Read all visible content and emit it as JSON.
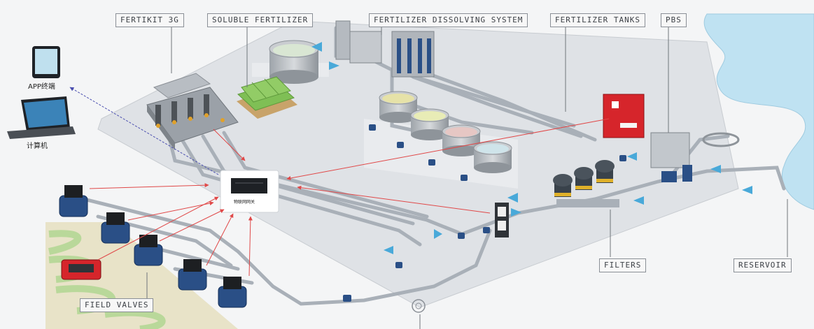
{
  "labels": {
    "fertikit": "FERTIKIT 3G",
    "soluble": "SOLUBLE FERTILIZER",
    "dissolving": "FERTILIZER DISSOLVING SYSTEM",
    "tanks": "FERTILIZER TANKS",
    "pbs": "PBS",
    "filters": "FILTERS",
    "reservoir": "RESERVOIR",
    "field_valves": "FIELD VALVES"
  },
  "devices": {
    "app": "APP终端",
    "computer": "计算机",
    "gateway": "物联网网关"
  },
  "colors": {
    "pipe": "#a9b0b8",
    "platform": "#dfe2e6",
    "water": "#bfe2f2",
    "valve": "#2a4f86",
    "arrow": "#49a9d9",
    "link": "#e04848",
    "dashed_link": "#4b4fb0",
    "controller": "#d6252b"
  }
}
